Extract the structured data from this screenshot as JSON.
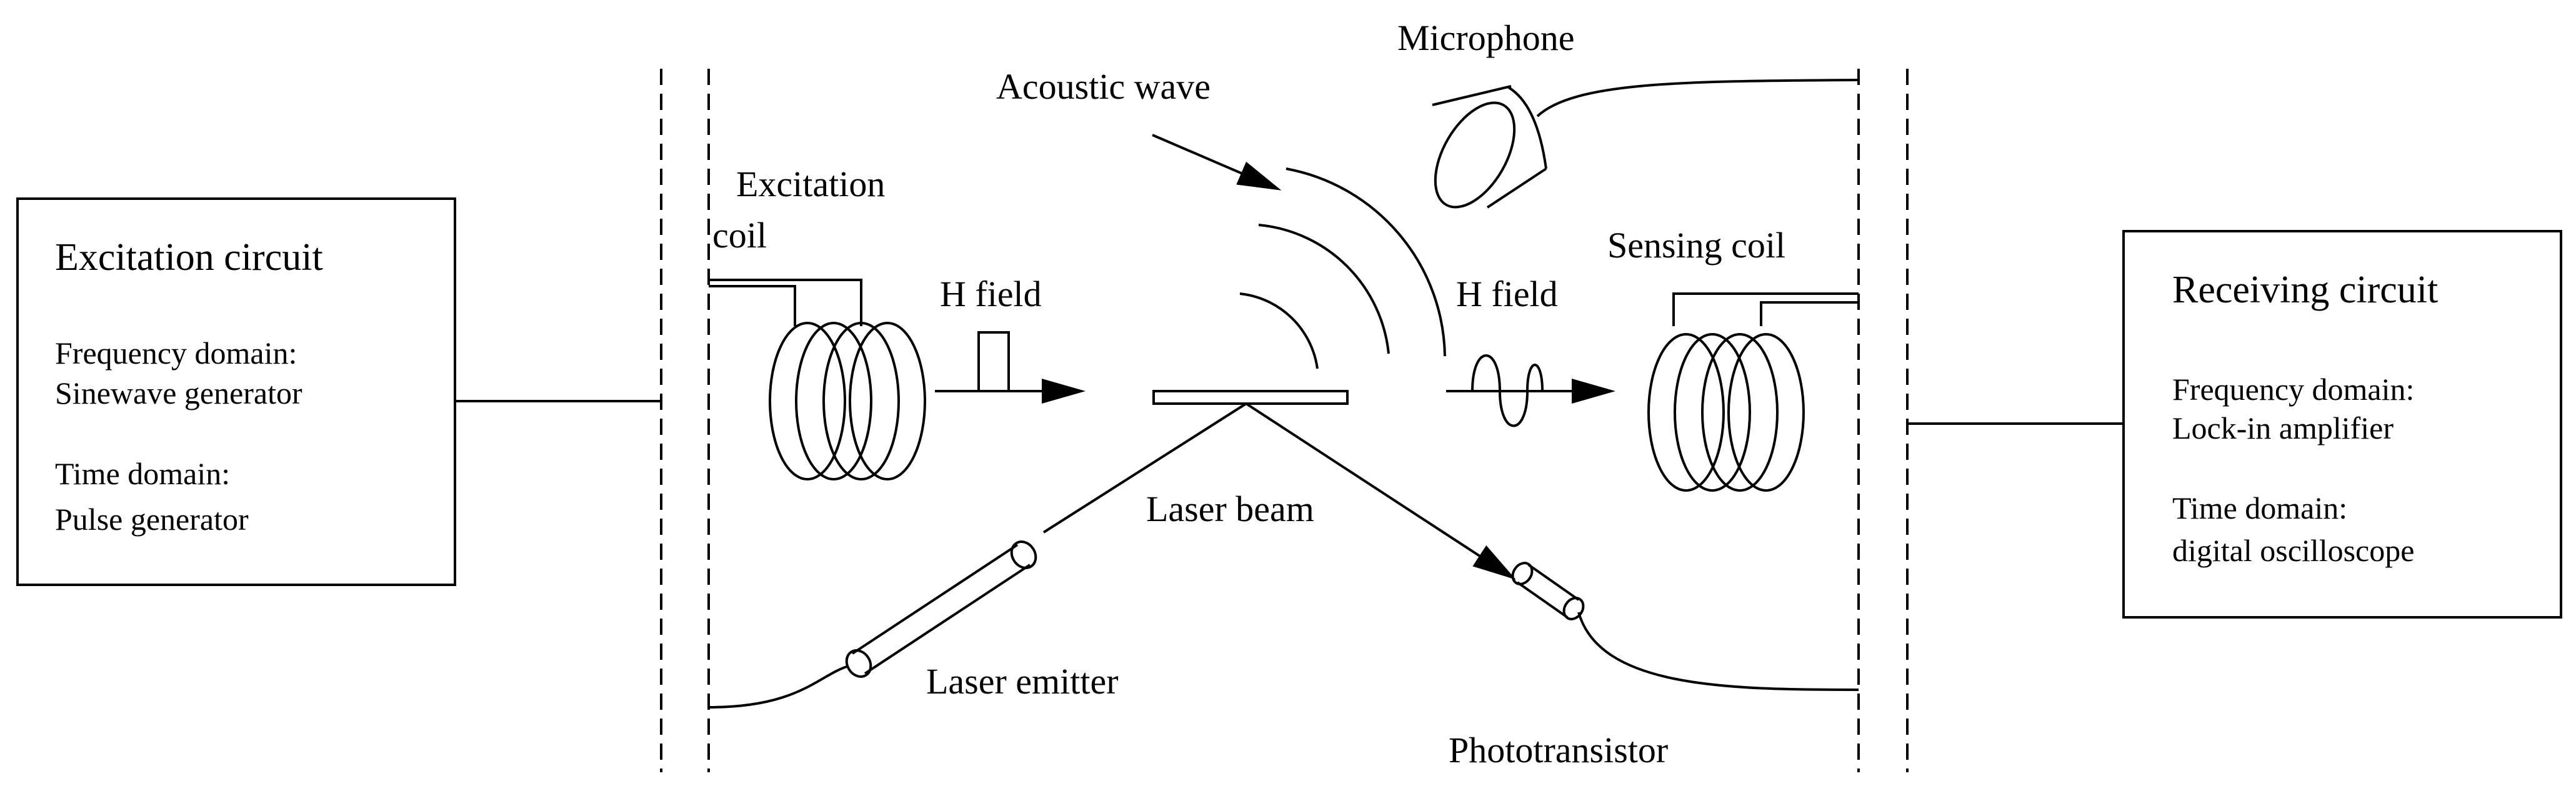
{
  "excitation_circuit": {
    "title": "Excitation circuit",
    "line1": "Frequency domain:",
    "line2": "Sinewave generator",
    "line3": "Time domain:",
    "line4": "Pulse generator"
  },
  "receiving_circuit": {
    "title": "Receiving circuit",
    "line1": "Frequency domain:",
    "line2": "Lock-in amplifier",
    "line3": "Time domain:",
    "line4": "digital oscilloscope"
  },
  "labels": {
    "excitation_coil_line1": "Excitation",
    "excitation_coil_line2": "coil",
    "h_field_left": "H field",
    "acoustic_wave": "Acoustic wave",
    "microphone": "Microphone",
    "h_field_right": "H field",
    "sensing_coil": "Sensing coil",
    "laser_beam": "Laser beam",
    "laser_emitter": "Laser emitter",
    "phototransistor": "Phototransistor"
  },
  "colors": {
    "line": "#000000",
    "background": "#ffffff"
  }
}
